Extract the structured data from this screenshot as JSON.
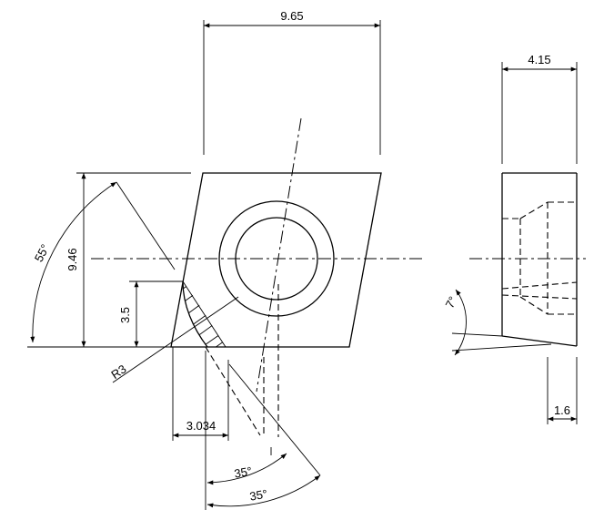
{
  "dimensions": {
    "overall_width": "9.65",
    "thickness": "4.15",
    "height": "9.46",
    "offset_height": "3.5",
    "offset_width": "3.034",
    "radius": "R3",
    "base_thickness": "1.6"
  },
  "angles": {
    "included_angle": "55°",
    "relief_angle": "7°",
    "inner_angle": "35°",
    "outer_angle": "35°"
  }
}
